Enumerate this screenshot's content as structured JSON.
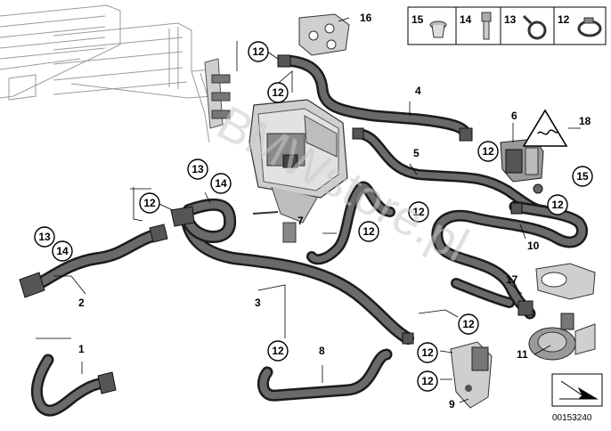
{
  "callouts": {
    "c1": "1",
    "c2": "2",
    "c3": "3",
    "c4": "4",
    "c5": "5",
    "c6": "6",
    "c7": "7",
    "c8": "8",
    "c9": "9",
    "c10": "10",
    "c11": "11",
    "c12": "12",
    "c13": "13",
    "c14": "14",
    "c15": "15",
    "c16": "16",
    "c17": "17",
    "c18": "18"
  },
  "legend": {
    "l15": "15",
    "l14": "14",
    "l13": "13",
    "l12": "12"
  },
  "watermark": "BMWstore.pl",
  "diagram_number": "00153240"
}
